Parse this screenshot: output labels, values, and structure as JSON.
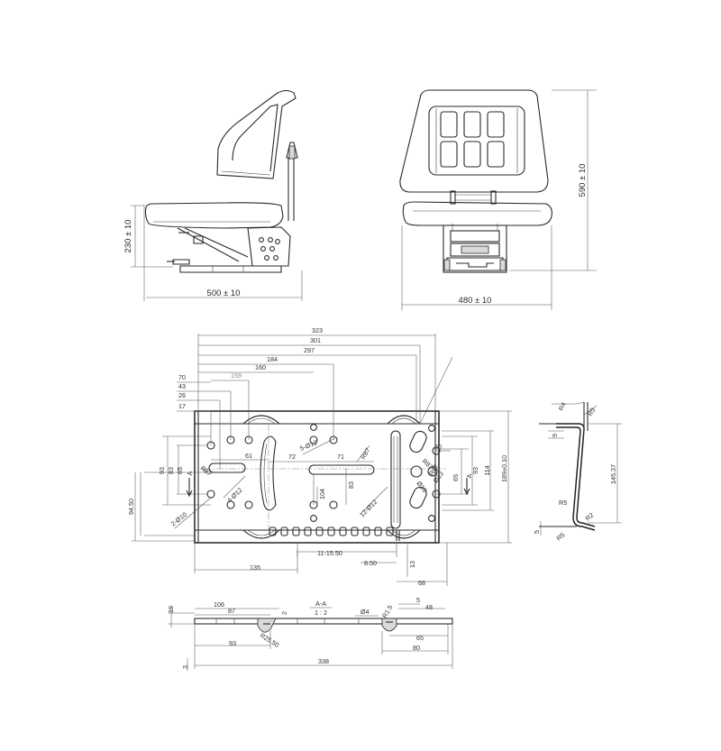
{
  "views": {
    "side": {
      "height": "230 ± 10",
      "depth": "500 ± 10"
    },
    "front": {
      "height": "590 ± 10",
      "width": "480 ± 10"
    }
  },
  "plate_top": {
    "overall_323": "323",
    "d301": "301",
    "d297": "297",
    "d184": "184",
    "d159": "159",
    "d160": "160",
    "left_70": "70",
    "left_43": "43",
    "left_26": "26",
    "left_17": "17",
    "d61": "61",
    "d72": "72",
    "d71": "71",
    "hole_5d12": "5-Ø12",
    "r87a": "R87",
    "r87b": "R87",
    "r87c": "R87",
    "r87d": "R87",
    "d104": "104",
    "d83c": "83",
    "left_93": "93",
    "left_83": "83",
    "left_65": "65",
    "section_a": "A",
    "d94_50": "94.50",
    "hole_4d12": "4-Ø12",
    "hole_2d10": "2-Ø10",
    "right_20": "20",
    "d16": "Ø16",
    "d13": "Ø13",
    "hole_12d12": "12-Ø12",
    "right_65": "65",
    "right_93": "93",
    "right_114": "114",
    "right_189": "189±0.10",
    "slots": "11-15.50",
    "d8_50": "8.50",
    "d13b": "13",
    "d135": "135",
    "d68": "68"
  },
  "plate_profile": {
    "r4": "R4",
    "r5a": "R5",
    "d9": "9",
    "d145_37": "145.37",
    "r5b": "R5",
    "r5c": "R5",
    "r2": "R2",
    "d5": "5"
  },
  "plate_section": {
    "d19": "19",
    "d3": "3",
    "d106": "106",
    "d87": "87",
    "d2": "2",
    "title": "A-A",
    "scale": "1 : 2",
    "d4": "Ø4",
    "r15": "R1.5",
    "d5b": "5",
    "d48": "48",
    "d93": "93",
    "r25": "R25.50",
    "d65": "65",
    "d80": "80",
    "d338": "338"
  }
}
